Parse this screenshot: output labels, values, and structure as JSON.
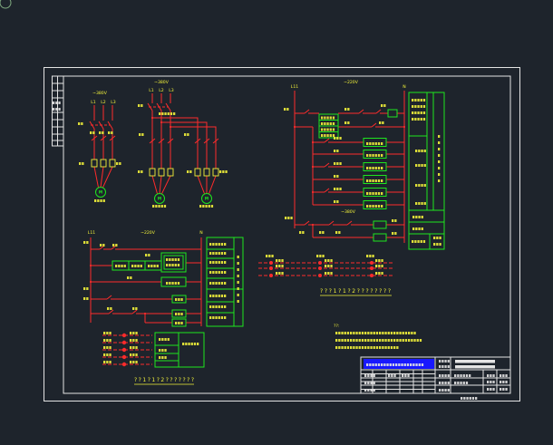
{
  "colors": {
    "background": "#1e242c",
    "wire": "#ff2b2b",
    "component": "#1ee61e",
    "text": "#f2f23a",
    "frame": "#e4e4e4",
    "title_highlight": "#1818ff"
  },
  "circuit_a": {
    "supply": "~380V",
    "phases": [
      "L1",
      "L2",
      "L3"
    ],
    "motor": "M"
  },
  "circuit_b": {
    "supply": "~380V",
    "phases": [
      "L1",
      "L2",
      "L3"
    ],
    "motor": "M"
  },
  "circuit_c": {
    "motor": "M"
  },
  "control_top": {
    "line": "L11",
    "supply": "~220V",
    "neutral": "N",
    "lower_supply": "~380V"
  },
  "control_mid": {
    "line": "L11",
    "supply": "~220V",
    "neutral": "N"
  },
  "switch_bank": {
    "title": "???1?1?2????????"
  },
  "panel": {
    "title": "??1?1?2???????"
  },
  "notes": {
    "header": "??:"
  }
}
